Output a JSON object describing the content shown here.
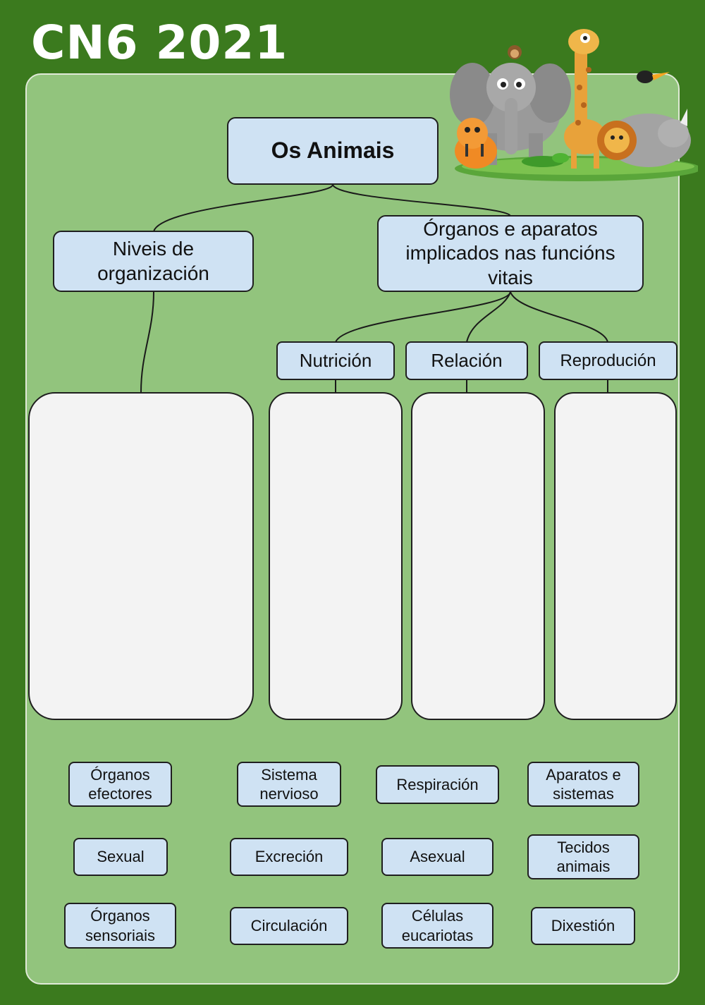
{
  "header": {
    "title": "CN6 2021"
  },
  "diagram": {
    "root": "Os Animais",
    "level1": {
      "left": "Niveis de organización",
      "right": "Órganos e aparatos implicados nas funcións vitais"
    },
    "functions": [
      "Nutrición",
      "Relación",
      "Reprodución"
    ]
  },
  "word_bank": [
    [
      "Órganos efectores",
      "Sistema nervioso",
      "Respiración",
      "Aparatos e sistemas"
    ],
    [
      "Sexual",
      "Excreción",
      "Asexual",
      "Tecidos animais"
    ],
    [
      "Órganos sensoriais",
      "Circulación",
      "Células eucariotas",
      "Dixestión"
    ]
  ],
  "colors": {
    "background": "#3b7a1e",
    "panel": "#92c47d",
    "box": "#cfe2f3",
    "drop_zone": "#f3f3f3"
  }
}
